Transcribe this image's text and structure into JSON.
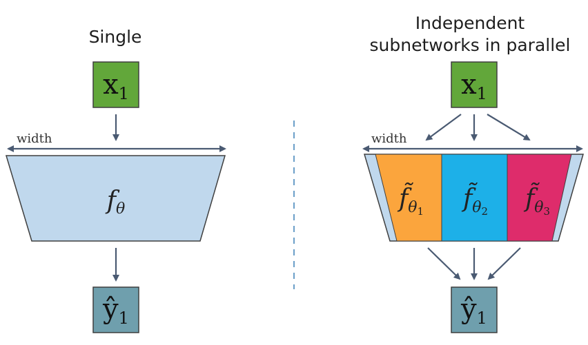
{
  "left_panel": {
    "title": "Single",
    "input": {
      "symbol": "x",
      "subscript": "1"
    },
    "width_label": "width",
    "network": {
      "symbol": "f",
      "subscript": "θ"
    },
    "output": {
      "symbol": "ŷ",
      "subscript": "1"
    }
  },
  "right_panel": {
    "title_line1": "Independent",
    "title_line2": "subnetworks in parallel",
    "input": {
      "symbol": "x",
      "subscript": "1"
    },
    "width_label": "width",
    "subnetworks": [
      {
        "symbol": "f̃",
        "subscript": "θ",
        "subsubscript": "1",
        "color": "#fba53d"
      },
      {
        "symbol": "f̃",
        "subscript": "θ",
        "subsubscript": "2",
        "color": "#1db0e8"
      },
      {
        "symbol": "f̃",
        "subscript": "θ",
        "subsubscript": "3",
        "color": "#de2c6b"
      }
    ],
    "output": {
      "symbol": "ŷ",
      "subscript": "1"
    }
  },
  "colors": {
    "input_box": "#62a73a",
    "output_box": "#6f9fad",
    "network_fill": "#c0d8ed",
    "divider": "#6a9ec8",
    "arrow": "#4a5a72"
  }
}
